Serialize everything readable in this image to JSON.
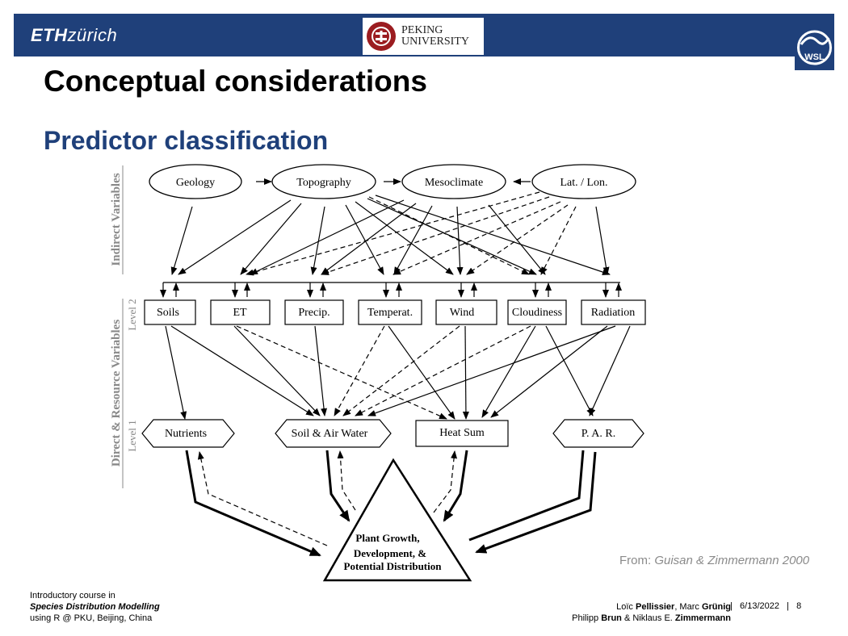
{
  "header": {
    "eth_bold": "ETH",
    "eth_rest": "zürich",
    "pku_line1": "PEKING",
    "pku_line2": "UNIVERSITY",
    "wsl": "WSL"
  },
  "title": "Conceptual considerations",
  "subtitle": "Predictor classification",
  "diagram": {
    "left_labels": {
      "indirect": "Indirect Variables",
      "direct": "Direct & Resource Variables",
      "level2": "Level 2",
      "level1": "Level 1"
    },
    "indirect_nodes": [
      "Geology",
      "Topography",
      "Mesoclimate",
      "Lat. / Lon."
    ],
    "level2_nodes": [
      "Soils",
      "ET",
      "Precip.",
      "Temperat.",
      "Wind",
      "Cloudiness",
      "Radiation"
    ],
    "level1_nodes": [
      "Nutrients",
      "Soil & Air Water",
      "Heat Sum",
      "P. A. R."
    ],
    "outcome": {
      "line1": "Plant Growth,",
      "line2": "Development, &",
      "line3": "Potential Distribution"
    }
  },
  "citation": {
    "prefix": "From: ",
    "source": "Guisan & Zimmermann 2000"
  },
  "footer": {
    "course_line1": "Introductory course in",
    "course_line2": "Species Distribution Modelling",
    "course_line3": "using R @ PKU, Beijing, China",
    "author1_first": "Loïc ",
    "author1_last": "Pellissier",
    "sep1": ", Marc ",
    "author2_last": "Grünig",
    "author3_first": "Philipp ",
    "author3_last": "Brun",
    "sep2": " & Niklaus E. ",
    "author4_last": "Zimmermann",
    "date": "6/13/2022",
    "page": "8"
  },
  "colors": {
    "brand_blue": "#1f407a",
    "pku_red": "#9b1c20",
    "citation_gray": "#8a8a8a"
  }
}
